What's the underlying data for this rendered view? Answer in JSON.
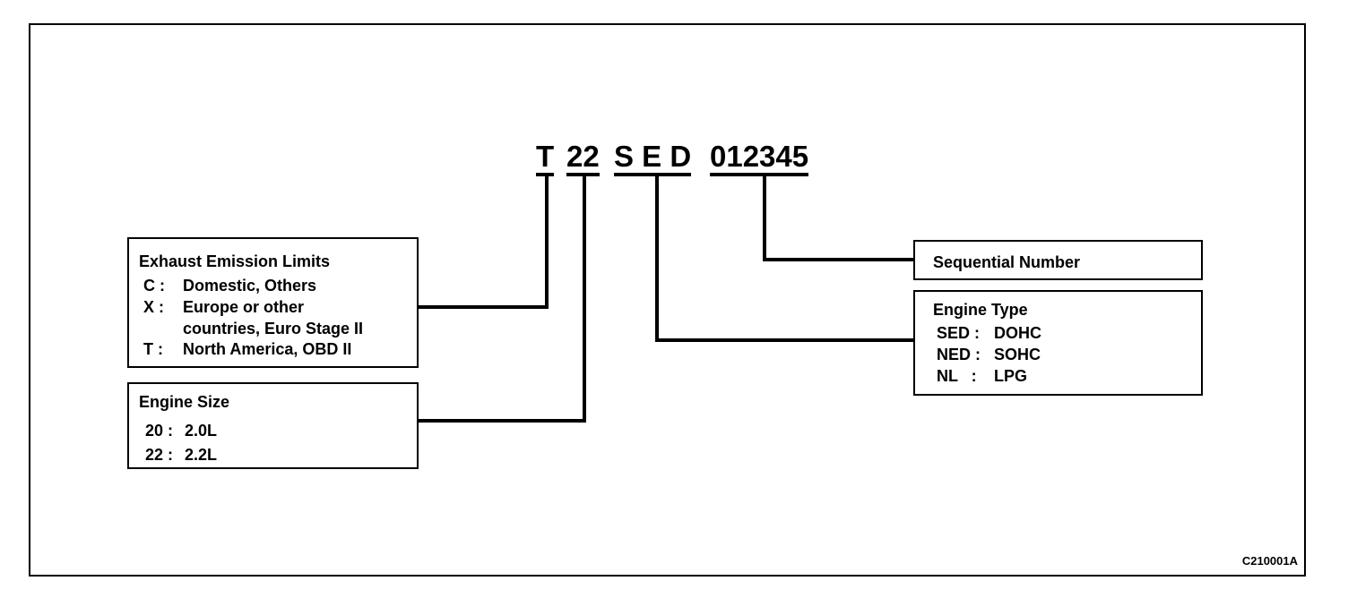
{
  "engine_code": {
    "emission": "T",
    "size": "22",
    "type": "S E D",
    "serial": "012345"
  },
  "emission_box": {
    "title": "Exhaust Emission Limits",
    "rows": [
      {
        "key": "C :",
        "value": "Domestic, Others"
      },
      {
        "key": "X :",
        "value": "Europe or other"
      },
      {
        "key": "",
        "value": "countries, Euro Stage II"
      },
      {
        "key": "T :",
        "value": "North America, OBD II"
      }
    ]
  },
  "size_box": {
    "title": "Engine Size",
    "rows": [
      {
        "key": "20 :",
        "value": "2.0L"
      },
      {
        "key": "22 :",
        "value": "2.2L"
      }
    ]
  },
  "serial_box": {
    "title": "Sequential Number"
  },
  "type_box": {
    "title": "Engine Type",
    "rows": [
      {
        "key": "SED :",
        "value": "DOHC"
      },
      {
        "key": "NED :",
        "value": "SOHC"
      },
      {
        "key": "NL   :",
        "value": "LPG"
      }
    ]
  },
  "figure_code": "C210001A"
}
